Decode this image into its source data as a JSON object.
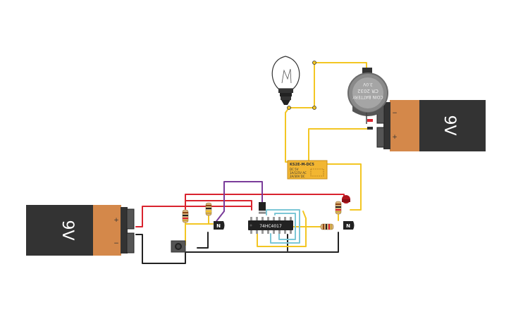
{
  "battery_left": {
    "label": "9V",
    "plus": "+",
    "minus": "−"
  },
  "battery_right": {
    "label": "9V",
    "plus": "+",
    "minus": "−"
  },
  "coin_battery": {
    "line1": "COIN BATTERY",
    "line2": "CR 2032",
    "line3": "3.0V"
  },
  "relay": {
    "title": "KS2E-M-DC5",
    "line1": "DC 5V",
    "line2": "1A/125V AC",
    "line3": "2A/30V DC"
  },
  "ic": {
    "label": "74HC4017"
  },
  "transistor_left": {
    "label": "N"
  },
  "transistor_right": {
    "label": "N"
  },
  "colors": {
    "battery_body": "#333333",
    "battery_cap": "#d4884a",
    "wire_red": "#d9232e",
    "wire_black": "#222222",
    "wire_yellow": "#f3c623",
    "wire_purple": "#7a3c9a",
    "wire_cyan": "#7cc7d6",
    "relay": "#f2b632",
    "led": "#b0141c"
  }
}
